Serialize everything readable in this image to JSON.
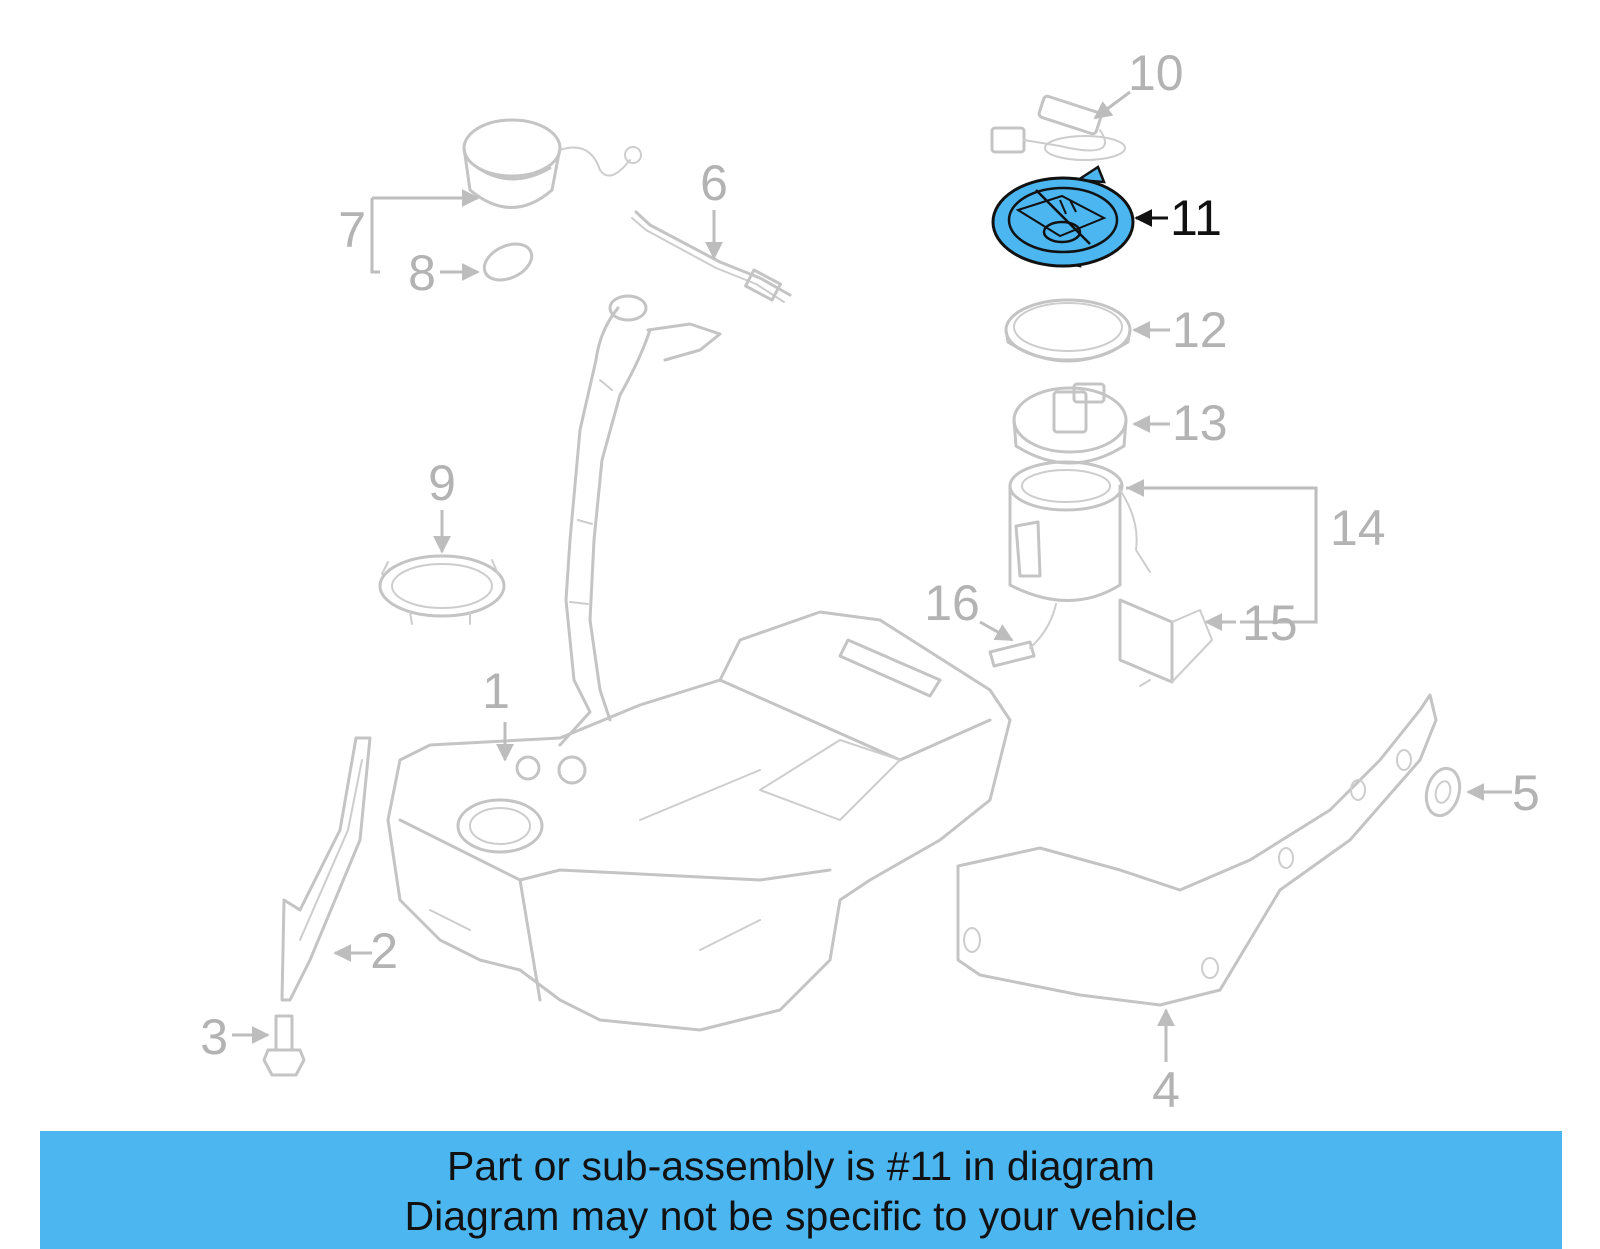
{
  "callouts": {
    "c1": "1",
    "c2": "2",
    "c3": "3",
    "c4": "4",
    "c5": "5",
    "c6": "6",
    "c7": "7",
    "c8": "8",
    "c9": "9",
    "c10": "10",
    "c11": "11",
    "c12": "12",
    "c13": "13",
    "c14": "14",
    "c15": "15",
    "c16": "16"
  },
  "highlighted_part": "11",
  "colors": {
    "highlight": "#4bb6f0",
    "ghost_line": "#c4c4c4",
    "callout_text": "#b3b3b3",
    "banner_bg": "#4bb6f0"
  },
  "banner": {
    "line1": "Part or sub-assembly is #11 in diagram",
    "line2": "Diagram may not be specific to your vehicle"
  }
}
